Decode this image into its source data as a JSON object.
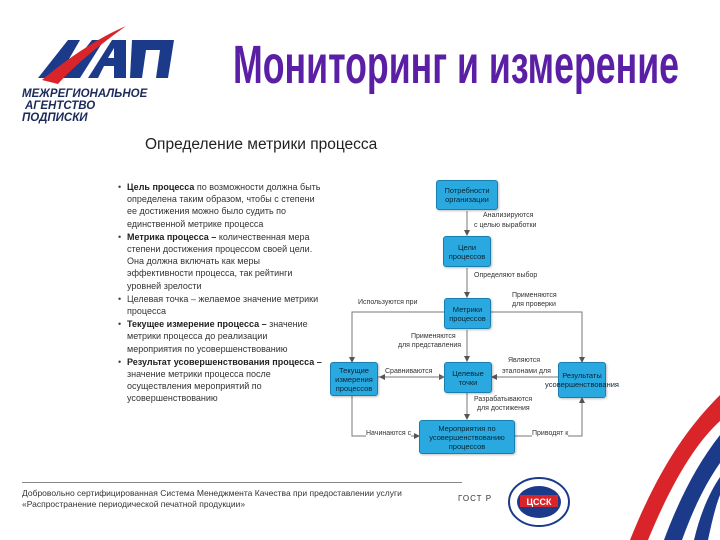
{
  "logo": {
    "mark": "МАП",
    "line1": "МЕЖРЕГИОНАЛЬНОЕ",
    "line2": "АГЕНТСТВО",
    "line3": "ПОДПИСКИ"
  },
  "title": "Мониторинг и измерение",
  "subtitle": "Определение метрики процесса",
  "bullets": [
    {
      "bold": "Цель процесса",
      "text": " по возможности должна быть определена таким образом, чтобы с степени ее достижения можно было судить по единственной метрике процесса"
    },
    {
      "bold": "Метрика процесса –",
      "text": " количественная мера степени достижения процессом своей цели. Она должна включать как меры эффективности процесса, так рейтинги уровней зрелости"
    },
    {
      "bold": "",
      "text": "Целевая точка – желаемое значение метрики процесса"
    },
    {
      "bold": "Текущее измерение процесса –",
      "text": " значение метрики процесса до реализации мероприятия по усовершенствованию"
    },
    {
      "bold": "Результат усовершенствования процесса –",
      "text": " значение метрики процесса после осуществления мероприятий по усовершенствованию"
    }
  ],
  "diagram": {
    "boxes": {
      "needs": "Потребности организации",
      "goals": "Цели процессов",
      "metrics": "Метрики процессов",
      "current": "Текущие измерения процессов",
      "targets": "Целевые точки",
      "results": "Результаты усовершенствования",
      "actions": "Мероприятия по усовершенствованию процессов"
    },
    "labels": {
      "analyzed": "Анализируются",
      "for_dev": "с целью выработки",
      "define_choice": "Определяют выбор",
      "used_in": "Используются при",
      "applied_for": "Применяются",
      "for_check": "для проверки",
      "applied2": "Применяются",
      "for_repr": "для представления",
      "compared": "Сравниваются",
      "are": "Являются",
      "standards_for": "эталонами для",
      "developed": "Разрабатываются",
      "for_achieve": "для достижения",
      "start_with": "Начинаются с",
      "lead_to": "Приводят к"
    }
  },
  "footer": {
    "line1": "Добровольно сертифицированная Система Менеджмента Качества при предоставлении услуги",
    "line2": "«Распространение периодической печатной продукции»",
    "gost": "ГОСТ Р",
    "cert_label": "ЦССК"
  },
  "colors": {
    "box": "#29a9df",
    "title": "#5b1fa6",
    "brand_blue": "#1b2a5a",
    "brand_red": "#d9252a"
  }
}
